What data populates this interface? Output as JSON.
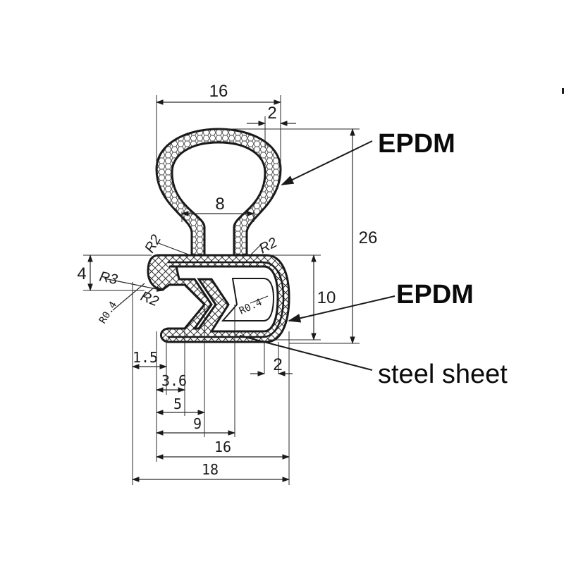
{
  "labels": {
    "material_top": "EPDM",
    "material_mid": "EPDM",
    "steel": "steel sheet"
  },
  "dimensions": {
    "width_bulb": "16",
    "bulb_wall": "2",
    "bulb_inner": "8",
    "total_height": "26",
    "clip_height": "10",
    "lip_height": "4",
    "clip_wall": "2",
    "d_1_5": "1.5",
    "d_3_6": "3.6",
    "d_5": "5",
    "d_9": "9",
    "d_16": "16",
    "d_18": "18"
  },
  "radii": {
    "r2_left": "R2",
    "r2_right": "R2",
    "r3": "R3",
    "r2_lower": "R2",
    "r04_left": "R0.4",
    "r04_inner": "R0.4"
  },
  "colors": {
    "line": "#1a1a1a",
    "hatch": "#555555",
    "background": "#ffffff"
  }
}
